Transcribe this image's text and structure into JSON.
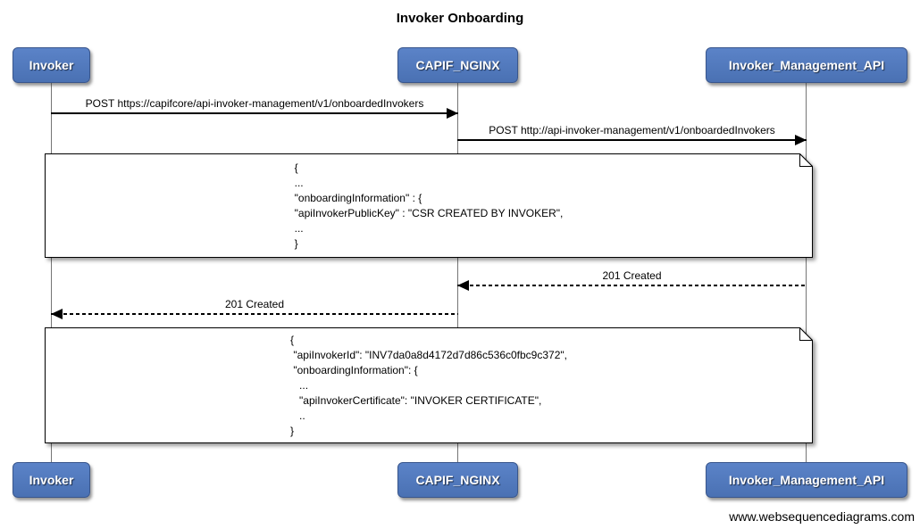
{
  "title": "Invoker Onboarding",
  "watermark": "www.websequencediagrams.com",
  "colors": {
    "actor_fill_top": "#5b83c8",
    "actor_fill_bottom": "#4a71b3",
    "actor_border": "#39568c",
    "actor_text": "#ffffff",
    "lifeline": "#757575",
    "message_line": "#000000",
    "note_fill": "#ffffff",
    "note_border": "#000000"
  },
  "actors": [
    {
      "id": "invoker",
      "label": "Invoker"
    },
    {
      "id": "capif-nginx",
      "label": "CAPIF_NGINX"
    },
    {
      "id": "invoker-management-api",
      "label": "Invoker_Management_API"
    }
  ],
  "messages": [
    {
      "from": "Invoker",
      "to": "CAPIF_NGINX",
      "style": "solid",
      "label": "POST https://capifcore/api-invoker-management/v1/onboardedInvokers"
    },
    {
      "from": "CAPIF_NGINX",
      "to": "Invoker_Management_API",
      "style": "solid",
      "label": "POST http://api-invoker-management/v1/onboardedInvokers"
    },
    {
      "from": "Invoker_Management_API",
      "to": "CAPIF_NGINX",
      "style": "dashed",
      "label": "201 Created"
    },
    {
      "from": "CAPIF_NGINX",
      "to": "Invoker",
      "style": "dashed",
      "label": "201 Created"
    }
  ],
  "notes": [
    {
      "id": "onboarding-request-body",
      "text": "{\n...\n\"onboardingInformation\" : {\n\"apiInvokerPublicKey\" : \"CSR CREATED BY INVOKER\",\n...\n}"
    },
    {
      "id": "onboarding-response-body",
      "text": "{\n \"apiInvokerId\": \"INV7da0a8d4172d7d86c536c0fbc9c372\",\n \"onboardingInformation\": {\n   ...\n   \"apiInvokerCertificate\": \"INVOKER CERTIFICATE\",\n   ..\n}"
    }
  ]
}
